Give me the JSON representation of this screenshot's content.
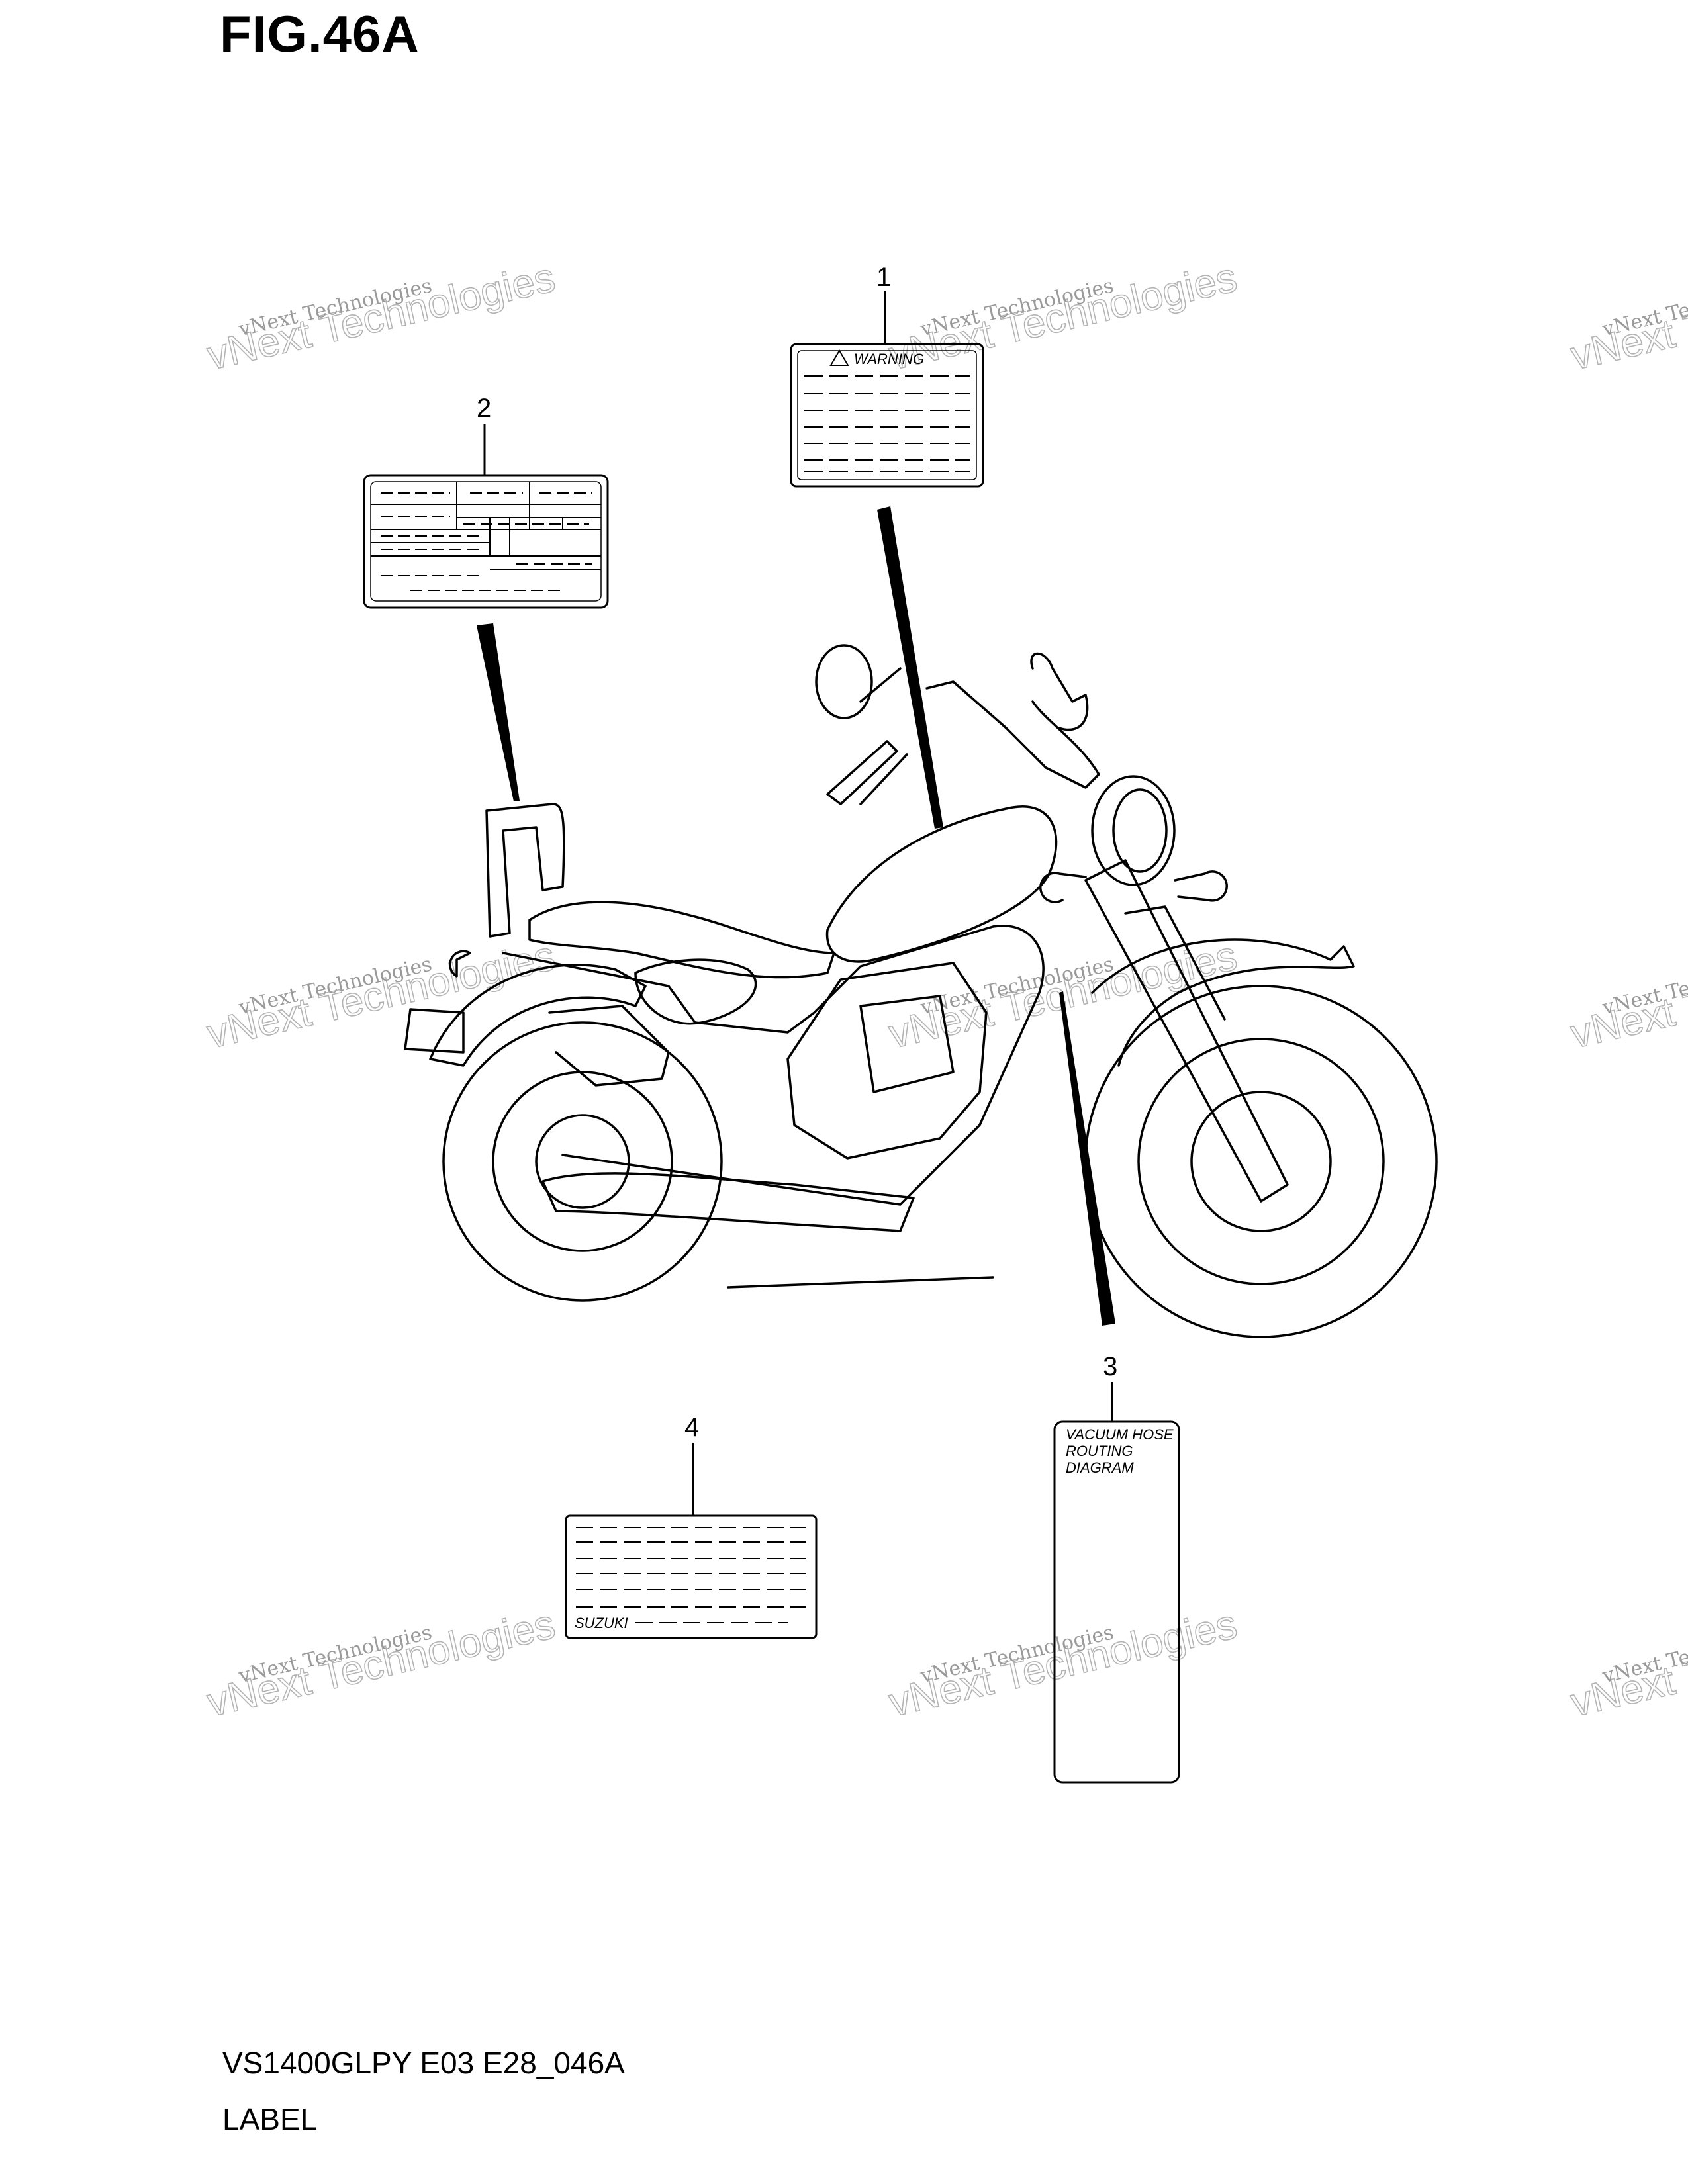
{
  "header": {
    "title": "FIG.46A"
  },
  "footer": {
    "model_code": "VS1400GLPY E03 E28_046A",
    "section_name": "LABEL"
  },
  "callouts": [
    {
      "id": "1",
      "label": "1"
    },
    {
      "id": "2",
      "label": "2"
    },
    {
      "id": "3",
      "label": "3"
    },
    {
      "id": "4",
      "label": "4"
    }
  ],
  "label_texts": {
    "warning": "WARNING",
    "vacuum_line1": "VACUUM HOSE",
    "vacuum_line2": "ROUTING",
    "vacuum_line3": "DIAGRAM",
    "brand": "SUZUKI"
  },
  "watermark": {
    "line1": "vNext Technologies",
    "line2": "vNext Technologies"
  },
  "colors": {
    "line": "#000000",
    "watermark": "#9a9a9a",
    "background": "#ffffff"
  }
}
